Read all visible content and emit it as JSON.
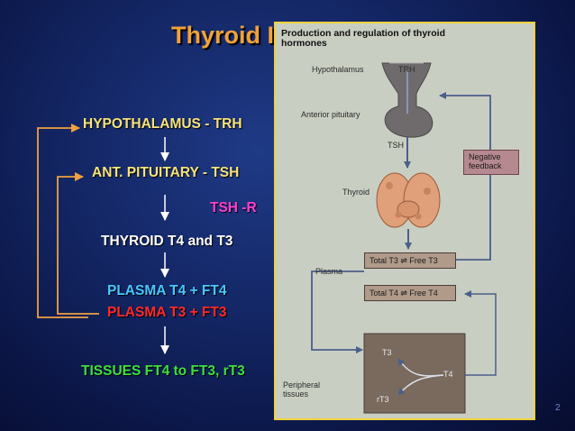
{
  "slide": {
    "title": "Thyroid I",
    "page_number": "2"
  },
  "flow": {
    "hypothalamus": "HYPOTHALAMUS - TRH",
    "pituitary": "ANT. PITUITARY - TSH",
    "tsh_r": "TSH -R",
    "thyroid": "THYROID T4 and T3",
    "plasma_t4": "PLASMA T4 + FT4",
    "plasma_t3": "PLASMA T3 + FT3",
    "tissues": "TISSUES FT4 to FT3, rT3"
  },
  "diagram": {
    "title": "Production and regulation of thyroid hormones",
    "hypothalamus": "Hypothalamus",
    "trh": "TRH",
    "anterior_pituitary": "Anterior pituitary",
    "tsh": "TSH",
    "thyroid": "Thyroid",
    "negative_feedback": "Negative feedback",
    "plasma": "Plasma",
    "total_t3_box": "Total T3 ⇌ Free T3",
    "total_t4_box": "Total T4 ⇌ Free T4",
    "t3": "T3",
    "t4": "T4",
    "rt3": "rT3",
    "peripheral_tissues": "Peripheral tissues"
  },
  "colors": {
    "title": "#f2a13a",
    "feedback_arrows": "#f0a040",
    "panel_border": "#f2d23a"
  }
}
